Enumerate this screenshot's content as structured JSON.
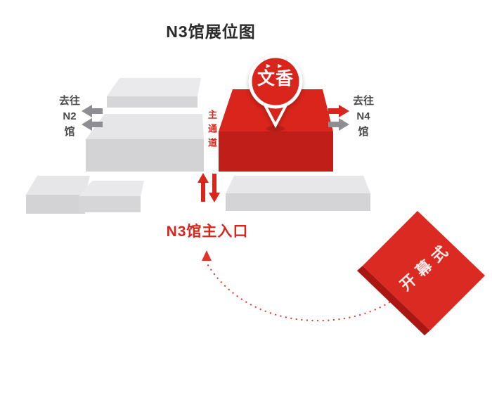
{
  "title": "N3馆展位图",
  "directions": {
    "n2": {
      "lines": [
        "去往",
        "N2",
        "馆"
      ]
    },
    "n4": {
      "lines": [
        "去往",
        "N4",
        "馆"
      ]
    }
  },
  "aisle_label": "主通道",
  "entrance_label": "N3馆主入口",
  "ceremony_label": "开幕式",
  "pin": {
    "marks": "▶ ▶",
    "brand": "文香"
  },
  "colors": {
    "brand_red": "#d9251c",
    "block_red_front": "#c01f19",
    "ceremony_red": "#db2a21",
    "ceremony_edge_red": "#aa1712",
    "block_gray_top": "#e8e8ea",
    "block_gray_front": "#d4d4d6",
    "arrow_gray": "#8e8e92",
    "title_text": "#2b2b2b",
    "direction_text": "#4a4a4a"
  }
}
